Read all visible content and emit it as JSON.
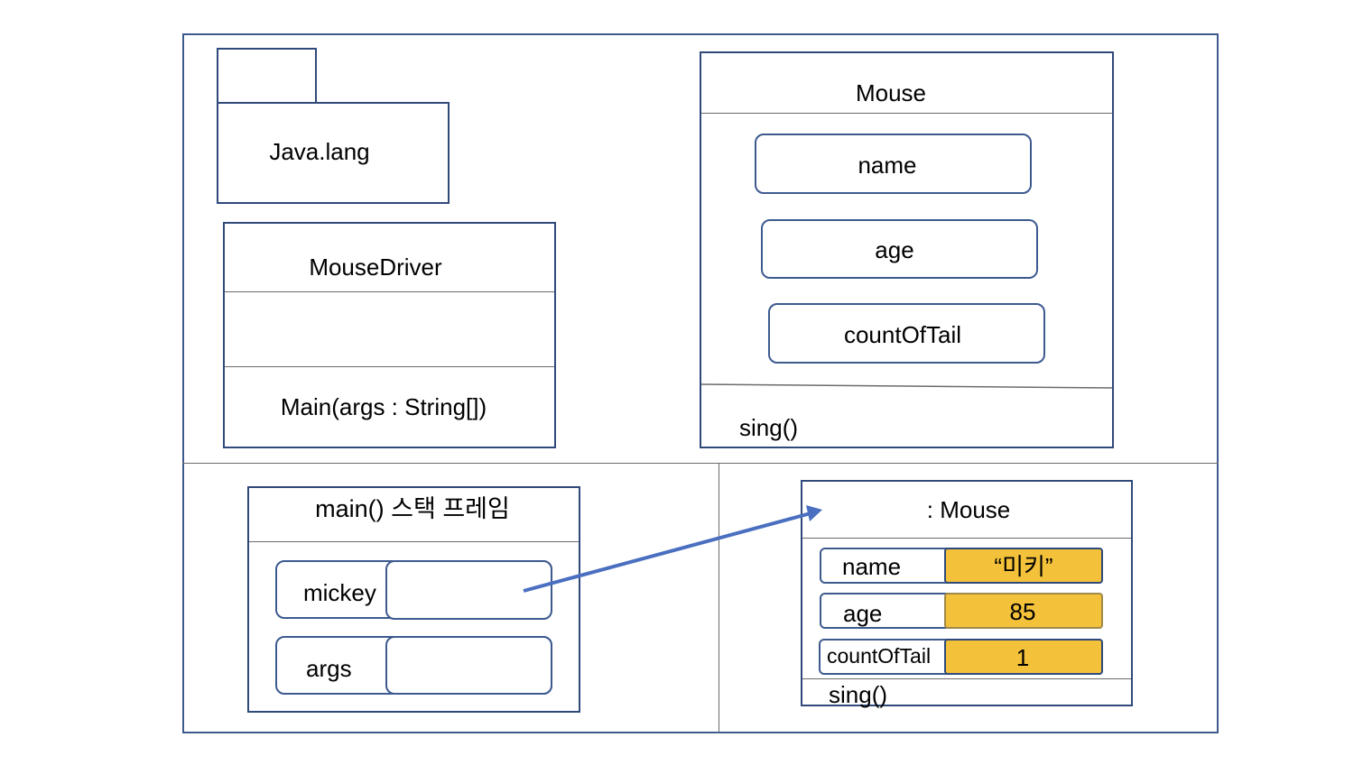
{
  "package": {
    "name": "Java.lang"
  },
  "mouse_driver": {
    "name": "MouseDriver",
    "method": "Main(args : String[])"
  },
  "mouse_class": {
    "name": "Mouse",
    "fields": [
      "name",
      "age",
      "countOfTail"
    ],
    "method": "sing()"
  },
  "stack_frame": {
    "title": "main() 스택 프레임",
    "vars": [
      "mickey",
      "args"
    ]
  },
  "mouse_object": {
    "title": ": Mouse",
    "fields": [
      {
        "name": "name",
        "value": "“미키”"
      },
      {
        "name": "age",
        "value": "85"
      },
      {
        "name": "countOfTail",
        "value": "1"
      }
    ],
    "method": "sing()"
  },
  "colors": {
    "border": "#2f4a7a",
    "value_fill": "#f3c13a",
    "arrow": "#4a6fc0"
  }
}
